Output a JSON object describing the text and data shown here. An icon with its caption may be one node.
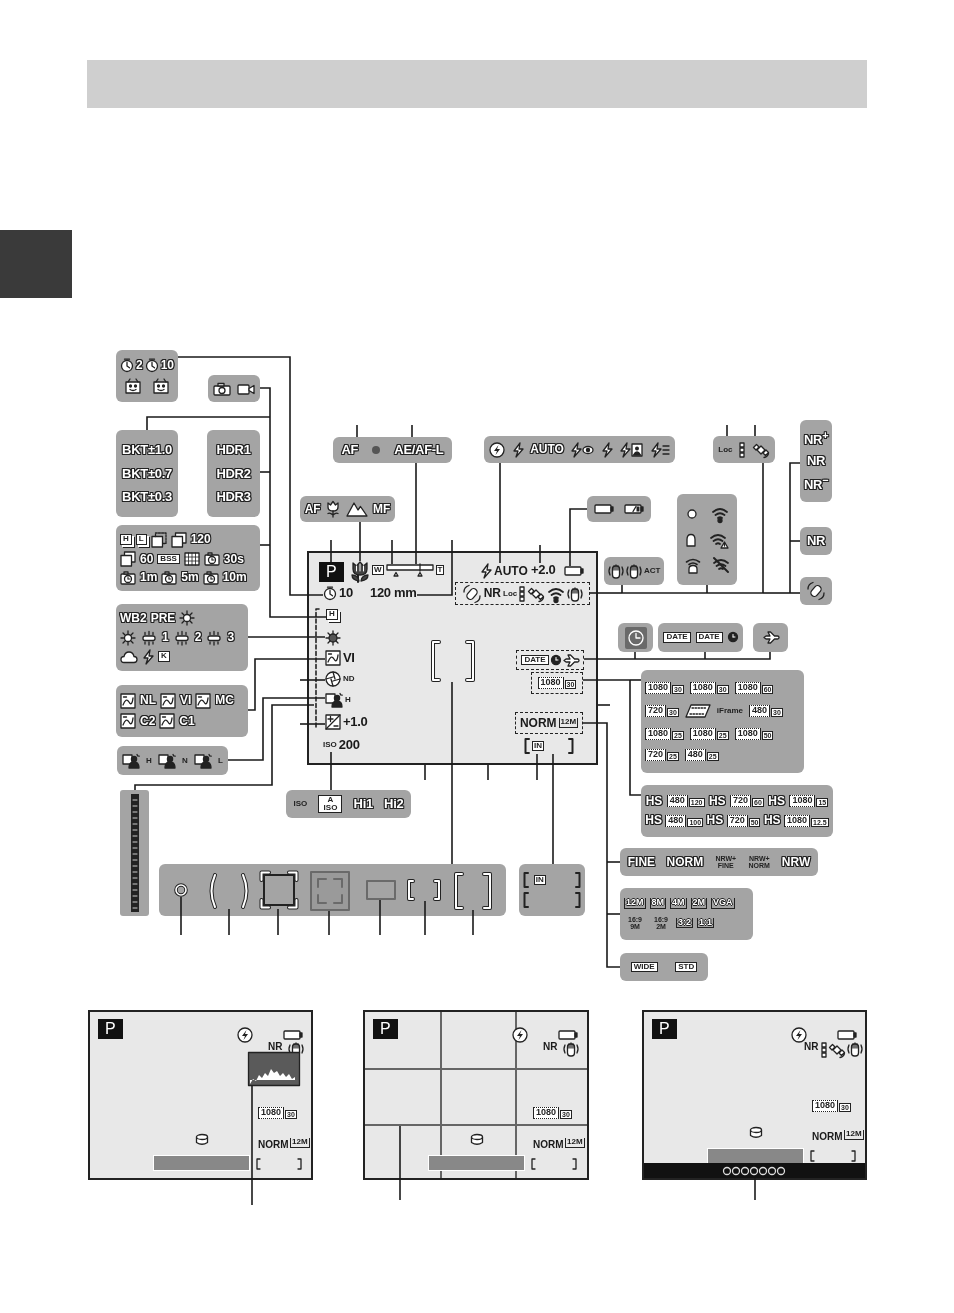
{
  "diagram": {
    "nodes": [
      {
        "text": [
          "2",
          "10"
        ]
      },
      {
        "text": [],
        "shape": "box"
      },
      {
        "text": [
          "BKT±1.0",
          "BKT±0.7",
          "BKT±0.3"
        ]
      },
      {
        "text": [
          "HDR1",
          "HDR2",
          "HDR3"
        ]
      },
      {
        "text": [
          "AF",
          "AE/AF-L"
        ]
      },
      {
        "text": [
          "AUTO"
        ]
      },
      {
        "text": [
          "Loc"
        ]
      },
      {
        "text": [
          "NR$^{+}$",
          "NR",
          "NR$^{−}$"
        ]
      },
      {
        "text": [
          "AF",
          "MF"
        ]
      },
      {
        "text": [],
        "shape": "box"
      },
      {
        "text": [],
        "shape": "box"
      },
      {
        "text": [
          "H",
          "L",
          "120",
          "60",
          "BSS",
          "30s",
          "1m",
          "5m",
          "10m"
        ]
      },
      {
        "text": [
          "NR"
        ]
      },
      {
        "text": [],
        "shape": "box"
      },
      {
        "text": [
          "P"
        ],
        "in": 13
      },
      {
        "text": [],
        "shape": "picture",
        "in": 13
      },
      {
        "text": [
          "W",
          "T"
        ],
        "in": 13
      },
      {
        "text": [
          "AUTO"
        ],
        "in": 13
      },
      {
        "text": [
          "+2.0"
        ],
        "in": 13
      },
      {
        "text": [],
        "shape": "box",
        "in": 13
      },
      {
        "text": [
          "10"
        ],
        "in": 13
      },
      {
        "text": [
          "120 mm"
        ],
        "in": 13
      },
      {
        "text": [
          "NR",
          "Loc"
        ],
        "in": 13
      },
      {
        "text": [],
        "shape": "bracket",
        "in": 13
      },
      {
        "text": [
          "H"
        ],
        "in": 13
      },
      {
        "text": [],
        "shape": "circle",
        "in": 13
      },
      {
        "text": [
          "VI"
        ],
        "in": 13
      },
      {
        "text": [
          "ND"
        ],
        "in": 13
      },
      {
        "text": [
          "H"
        ],
        "in": 13
      },
      {
        "text": [
          "+1.0"
        ],
        "in": 13
      },
      {
        "text": [
          "ISO",
          "200"
        ],
        "in": 13
      },
      {
        "text": [],
        "shape": "bracket",
        "in": 13
      },
      {
        "text": [
          "DATE"
        ],
        "in": 13
      },
      {
        "text": [
          "1080",
          "30"
        ],
        "in": 13
      },
      {
        "text": [
          "NORM",
          "12M"
        ],
        "in": 13
      },
      {
        "text": [
          "IN"
        ],
        "in": 13
      },
      {
        "text": [
          "ACT"
        ]
      },
      {
        "text": [],
        "shape": "box"
      },
      {
        "text": [
          "WB2",
          "PRE",
          "1",
          "2",
          "3",
          "K"
        ]
      },
      {
        "text": [],
        "shape": "box"
      },
      {
        "text": [
          "DATE",
          "DATE"
        ]
      },
      {
        "text": [],
        "shape": "box"
      },
      {
        "text": [
          "1080",
          "30",
          "1080",
          "30",
          "1080",
          "60",
          "720",
          "30",
          "iFrame",
          "480",
          "30",
          "1080",
          "25",
          "1080",
          "25",
          "1080",
          "50",
          "720",
          "25",
          "480",
          "25"
        ]
      },
      {
        "text": [
          "NL",
          "VI",
          "MC",
          "C2",
          "C1"
        ]
      },
      {
        "text": [
          "H",
          "N",
          "L"
        ]
      },
      {
        "text": [
          "HS",
          "480",
          "120",
          "HS",
          "720",
          "60",
          "HS",
          "1080",
          "15",
          "HS",
          "480",
          "100",
          "HS",
          "720",
          "50",
          "HS",
          "1080",
          "12.5"
        ]
      },
      {
        "text": [
          "ISO",
          "A ISO",
          "Hi1",
          "Hi2"
        ]
      },
      {
        "text": [],
        "shape": "bar"
      },
      {
        "text": [],
        "shape": "box"
      },
      {
        "text": [],
        "shape": "circle",
        "in": 48
      },
      {
        "text": [],
        "shape": "bracket",
        "in": 48
      },
      {
        "text": [],
        "shape": "box",
        "in": 48
      },
      {
        "text": [],
        "shape": "box",
        "in": 48
      },
      {
        "text": [],
        "shape": "box",
        "in": 48
      },
      {
        "text": [],
        "shape": "bracket",
        "in": 48
      },
      {
        "text": [],
        "shape": "bracket",
        "in": 48
      },
      {
        "text": [
          "IN"
        ]
      },
      {
        "text": [
          "FINE",
          "NORM",
          "NRW+ FINE",
          "NRW+ NORM",
          "NRW"
        ]
      },
      {
        "text": [
          "12M",
          "8M",
          "4M",
          "2M",
          "VGA",
          "16:9 9M",
          "16:9 2M",
          "3:2",
          "1:1"
        ]
      },
      {
        "text": [
          "WIDE",
          "STD"
        ]
      },
      {
        "text": [
          "NR",
          "1080",
          "30",
          "NORM",
          "12M"
        ]
      },
      {
        "text": [
          "P"
        ],
        "in": 60
      },
      {
        "text": [],
        "shape": "picture",
        "in": 60
      },
      {
        "text": [],
        "shape": "bar",
        "in": 60
      },
      {
        "text": [
          "NR",
          "1080",
          "30",
          "NORM",
          "12M"
        ]
      },
      {
        "text": [
          "P"
        ],
        "in": 64
      },
      {
        "text": [],
        "shape": "line",
        "in": 64
      },
      {
        "text": [],
        "shape": "bar",
        "in": 64
      },
      {
        "text": [
          "NR",
          "1080",
          "30",
          "NORM",
          "12M"
        ]
      },
      {
        "text": [
          "P"
        ],
        "in": 68
      },
      {
        "text": [],
        "shape": "bar",
        "in": 68
      },
      {
        "text": [],
        "shape": "bar",
        "in": 68
      }
    ],
    "edges": [
      {
        "from": 0,
        "to": 20,
        "arrow": "none"
      },
      {
        "from": 1,
        "to": 24,
        "arrow": "none"
      },
      {
        "from": 2,
        "to": 24,
        "arrow": "none"
      },
      {
        "from": 3,
        "to": 24,
        "arrow": "none"
      },
      {
        "from": 11,
        "to": 24,
        "arrow": "none"
      },
      {
        "from": null,
        "to": 4,
        "arrow": "none"
      },
      {
        "from": null,
        "to": 4,
        "arrow": "none"
      },
      {
        "from": null,
        "to": 6,
        "arrow": "none"
      },
      {
        "from": null,
        "to": 6,
        "arrow": "none"
      },
      {
        "from": 8,
        "to": 15,
        "arrow": "none"
      },
      {
        "from": null,
        "to": 14,
        "arrow": "none"
      },
      {
        "from": null,
        "to": 16,
        "arrow": "none"
      },
      {
        "from": 4,
        "to": 16,
        "arrow": "none"
      },
      {
        "from": null,
        "to": 21,
        "arrow": "none"
      },
      {
        "from": 5,
        "to": 17,
        "arrow": "none"
      },
      {
        "from": null,
        "to": 18,
        "arrow": "none"
      },
      {
        "from": 9,
        "to": 19,
        "arrow": "none"
      },
      {
        "from": 22,
        "to": 36,
        "arrow": "none"
      },
      {
        "from": 22,
        "to": 10,
        "arrow": "none"
      },
      {
        "from": 22,
        "to": 6,
        "arrow": "none"
      },
      {
        "from": 22,
        "to": 7,
        "arrow": "none"
      },
      {
        "from": 22,
        "to": 12,
        "arrow": "none"
      },
      {
        "from": 22,
        "to": 37,
        "arrow": "none"
      },
      {
        "from": 38,
        "to": 25,
        "arrow": "none"
      },
      {
        "from": 43,
        "to": 26,
        "arrow": "none"
      },
      {
        "from": null,
        "to": 27,
        "arrow": "none"
      },
      {
        "from": 44,
        "to": 28,
        "arrow": "none"
      },
      {
        "from": 47,
        "to": 23,
        "arrow": "none"
      },
      {
        "from": null,
        "to": 29,
        "arrow": "none"
      },
      {
        "from": 30,
        "to": 46,
        "arrow": "none"
      },
      {
        "from": 31,
        "to": 48,
        "arrow": "none"
      },
      {
        "from": null,
        "to": 13,
        "arrow": "none"
      },
      {
        "from": null,
        "to": 13,
        "arrow": "none"
      },
      {
        "from": null,
        "to": 13,
        "arrow": "none"
      },
      {
        "from": 32,
        "to": 39,
        "arrow": "none"
      },
      {
        "from": 32,
        "to": 40,
        "arrow": "none"
      },
      {
        "from": 32,
        "to": 41,
        "arrow": "none"
      },
      {
        "from": 33,
        "to": 42,
        "arrow": "none"
      },
      {
        "from": 33,
        "to": 45,
        "arrow": "none"
      },
      {
        "from": 34,
        "to": 57,
        "arrow": "none"
      },
      {
        "from": 34,
        "to": 58,
        "arrow": "none"
      },
      {
        "from": 34,
        "to": 59,
        "arrow": "none"
      },
      {
        "from": null,
        "to": 35,
        "arrow": "none"
      },
      {
        "from": 35,
        "to": 56,
        "arrow": "none"
      },
      {
        "from": null,
        "to": 49,
        "arrow": "none"
      },
      {
        "from": null,
        "to": 50,
        "arrow": "none"
      },
      {
        "from": null,
        "to": 51,
        "arrow": "none"
      },
      {
        "from": null,
        "to": 52,
        "arrow": "none"
      },
      {
        "from": null,
        "to": 53,
        "arrow": "none"
      },
      {
        "from": null,
        "to": 54,
        "arrow": "none"
      },
      {
        "from": null,
        "to": 55,
        "arrow": "none"
      },
      {
        "from": null,
        "to": 62,
        "arrow": "none"
      },
      {
        "from": null,
        "to": 66,
        "arrow": "none"
      },
      {
        "from": null,
        "to": 71,
        "arrow": "none"
      }
    ]
  }
}
